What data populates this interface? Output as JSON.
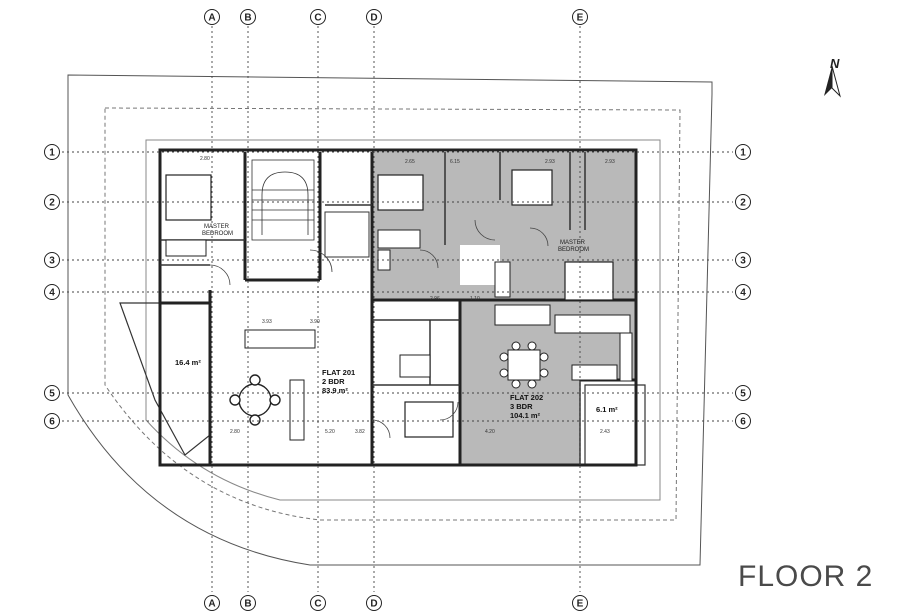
{
  "title": "FLOOR 2",
  "north_label": "N",
  "grid_columns": [
    "A",
    "B",
    "C",
    "D",
    "E"
  ],
  "grid_rows": [
    "1",
    "2",
    "3",
    "4",
    "5",
    "6"
  ],
  "rooms": {
    "master_left": "MASTER\nBEDROOM",
    "master_right": "MASTER\nBEDROOM",
    "terrace_left_area": "16.4 m²",
    "terrace_right_area": "6.1 m²",
    "flat_201": [
      "FLAT 201",
      "2 BDR",
      "83.9 m²"
    ],
    "flat_202": [
      "FLAT 202",
      "3 BDR",
      "104.1 m²"
    ]
  },
  "dimensions": [
    "3.93",
    "3.90",
    "2.65",
    "2.93",
    "6.15",
    "2.93",
    "2.80",
    "5.20",
    "4.20",
    "2.43",
    "1.10",
    "2.80",
    "3.82",
    "2.96"
  ]
}
